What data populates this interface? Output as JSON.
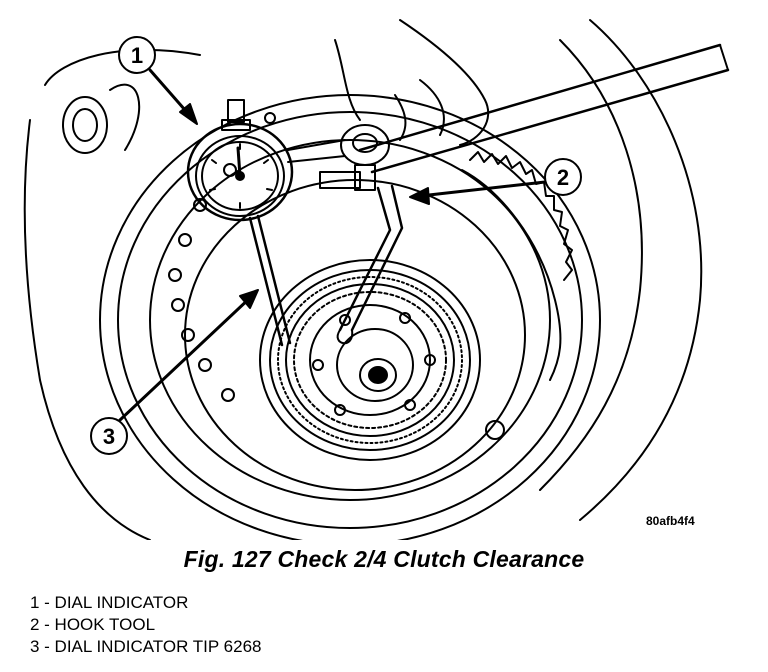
{
  "figure": {
    "caption": "Fig. 127 Check 2/4 Clutch Clearance",
    "image_id": "80afb4f4",
    "callouts": [
      {
        "number": "1",
        "label": "DIAL INDICATOR"
      },
      {
        "number": "2",
        "label": "HOOK TOOL"
      },
      {
        "number": "3",
        "label": "DIAL INDICATOR TIP 6268"
      }
    ],
    "legend_lines": [
      "1 - DIAL INDICATOR",
      "2 - HOOK TOOL",
      "3 - DIAL INDICATOR TIP 6268"
    ]
  }
}
